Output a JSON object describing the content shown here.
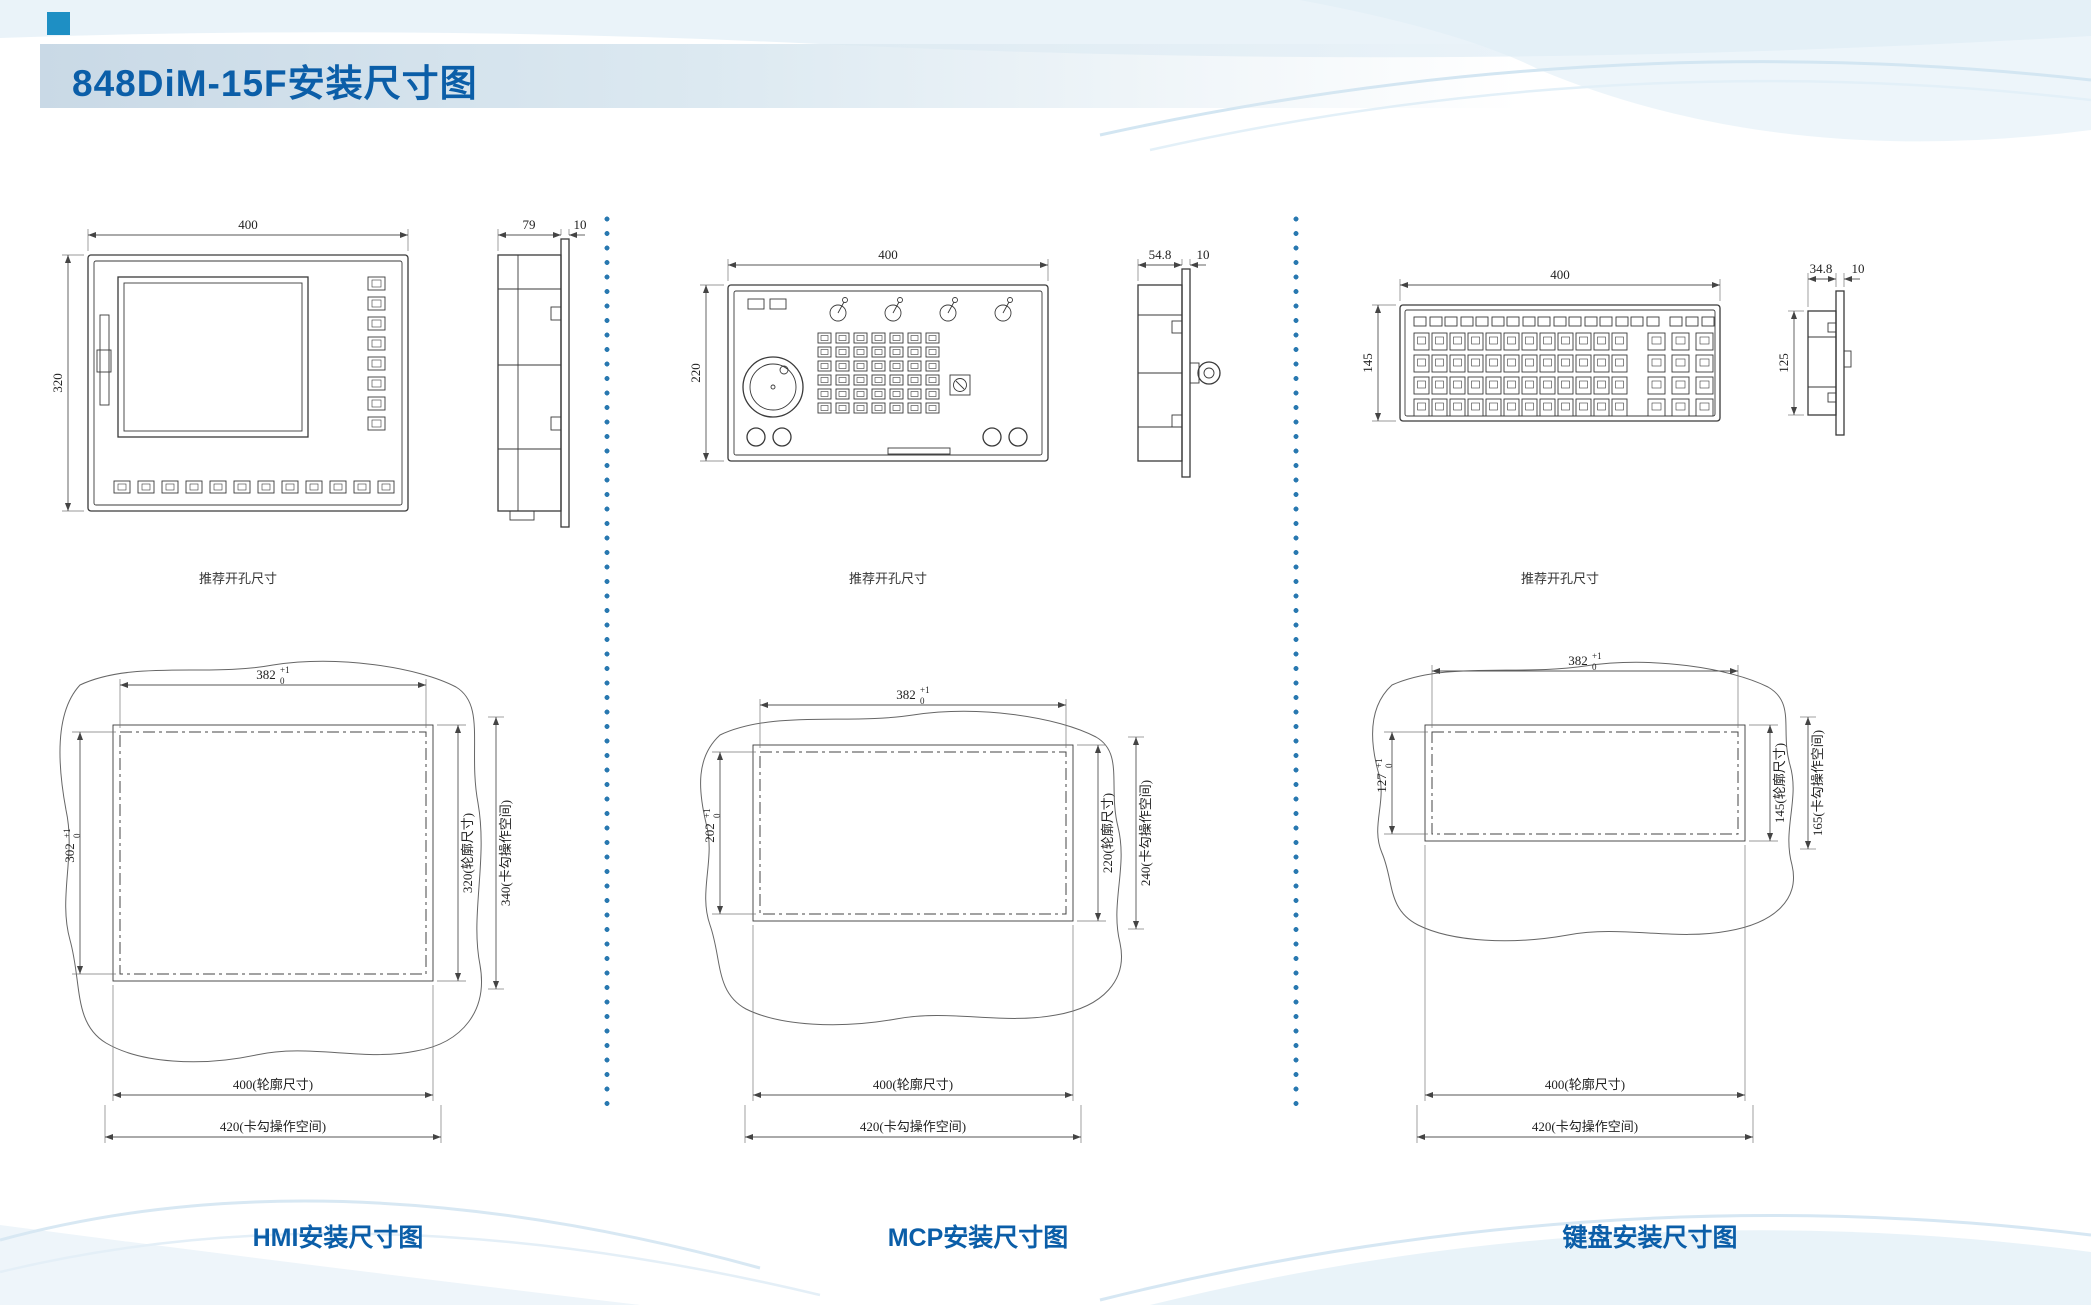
{
  "page": {
    "title": "848DiM-15F安装尺寸图"
  },
  "labels": {
    "note": "推荐开孔尺寸"
  },
  "sections": [
    {
      "caption": "HMI安装尺寸图",
      "front": {
        "w": "400",
        "h": "320"
      },
      "side": {
        "d": "79",
        "t": "10"
      },
      "cutout": {
        "w": "382",
        "wtu": "+1",
        "wtd": "0",
        "h": "302",
        "htu": "+1",
        "htd": "0",
        "outline_w": "400(轮廓尺寸)",
        "clamp_w": "420(卡勾操作空间)",
        "outline_h": "320(轮廓尺寸)",
        "clamp_h": "340(卡勾操作空间)"
      }
    },
    {
      "caption": "MCP安装尺寸图",
      "front": {
        "w": "400",
        "h": "220"
      },
      "side": {
        "d": "54.8",
        "t": "10"
      },
      "cutout": {
        "w": "382",
        "wtu": "+1",
        "wtd": "0",
        "h": "202",
        "htu": "+1",
        "htd": "0",
        "outline_w": "400(轮廓尺寸)",
        "clamp_w": "420(卡勾操作空间)",
        "outline_h": "220(轮廓尺寸)",
        "clamp_h": "240(卡勾操作空间)"
      }
    },
    {
      "caption": "键盘安装尺寸图",
      "front": {
        "w": "400",
        "h": "145"
      },
      "side": {
        "d": "34.8",
        "t": "10",
        "h": "125"
      },
      "cutout": {
        "w": "382",
        "wtu": "+1",
        "wtd": "0",
        "h": "127",
        "htu": "+1",
        "htd": "0",
        "outline_w": "400(轮廓尺寸)",
        "clamp_w": "420(卡勾操作空间)",
        "outline_h": "145(轮廓尺寸)",
        "clamp_h": "165(卡勾操作空间)"
      }
    }
  ]
}
